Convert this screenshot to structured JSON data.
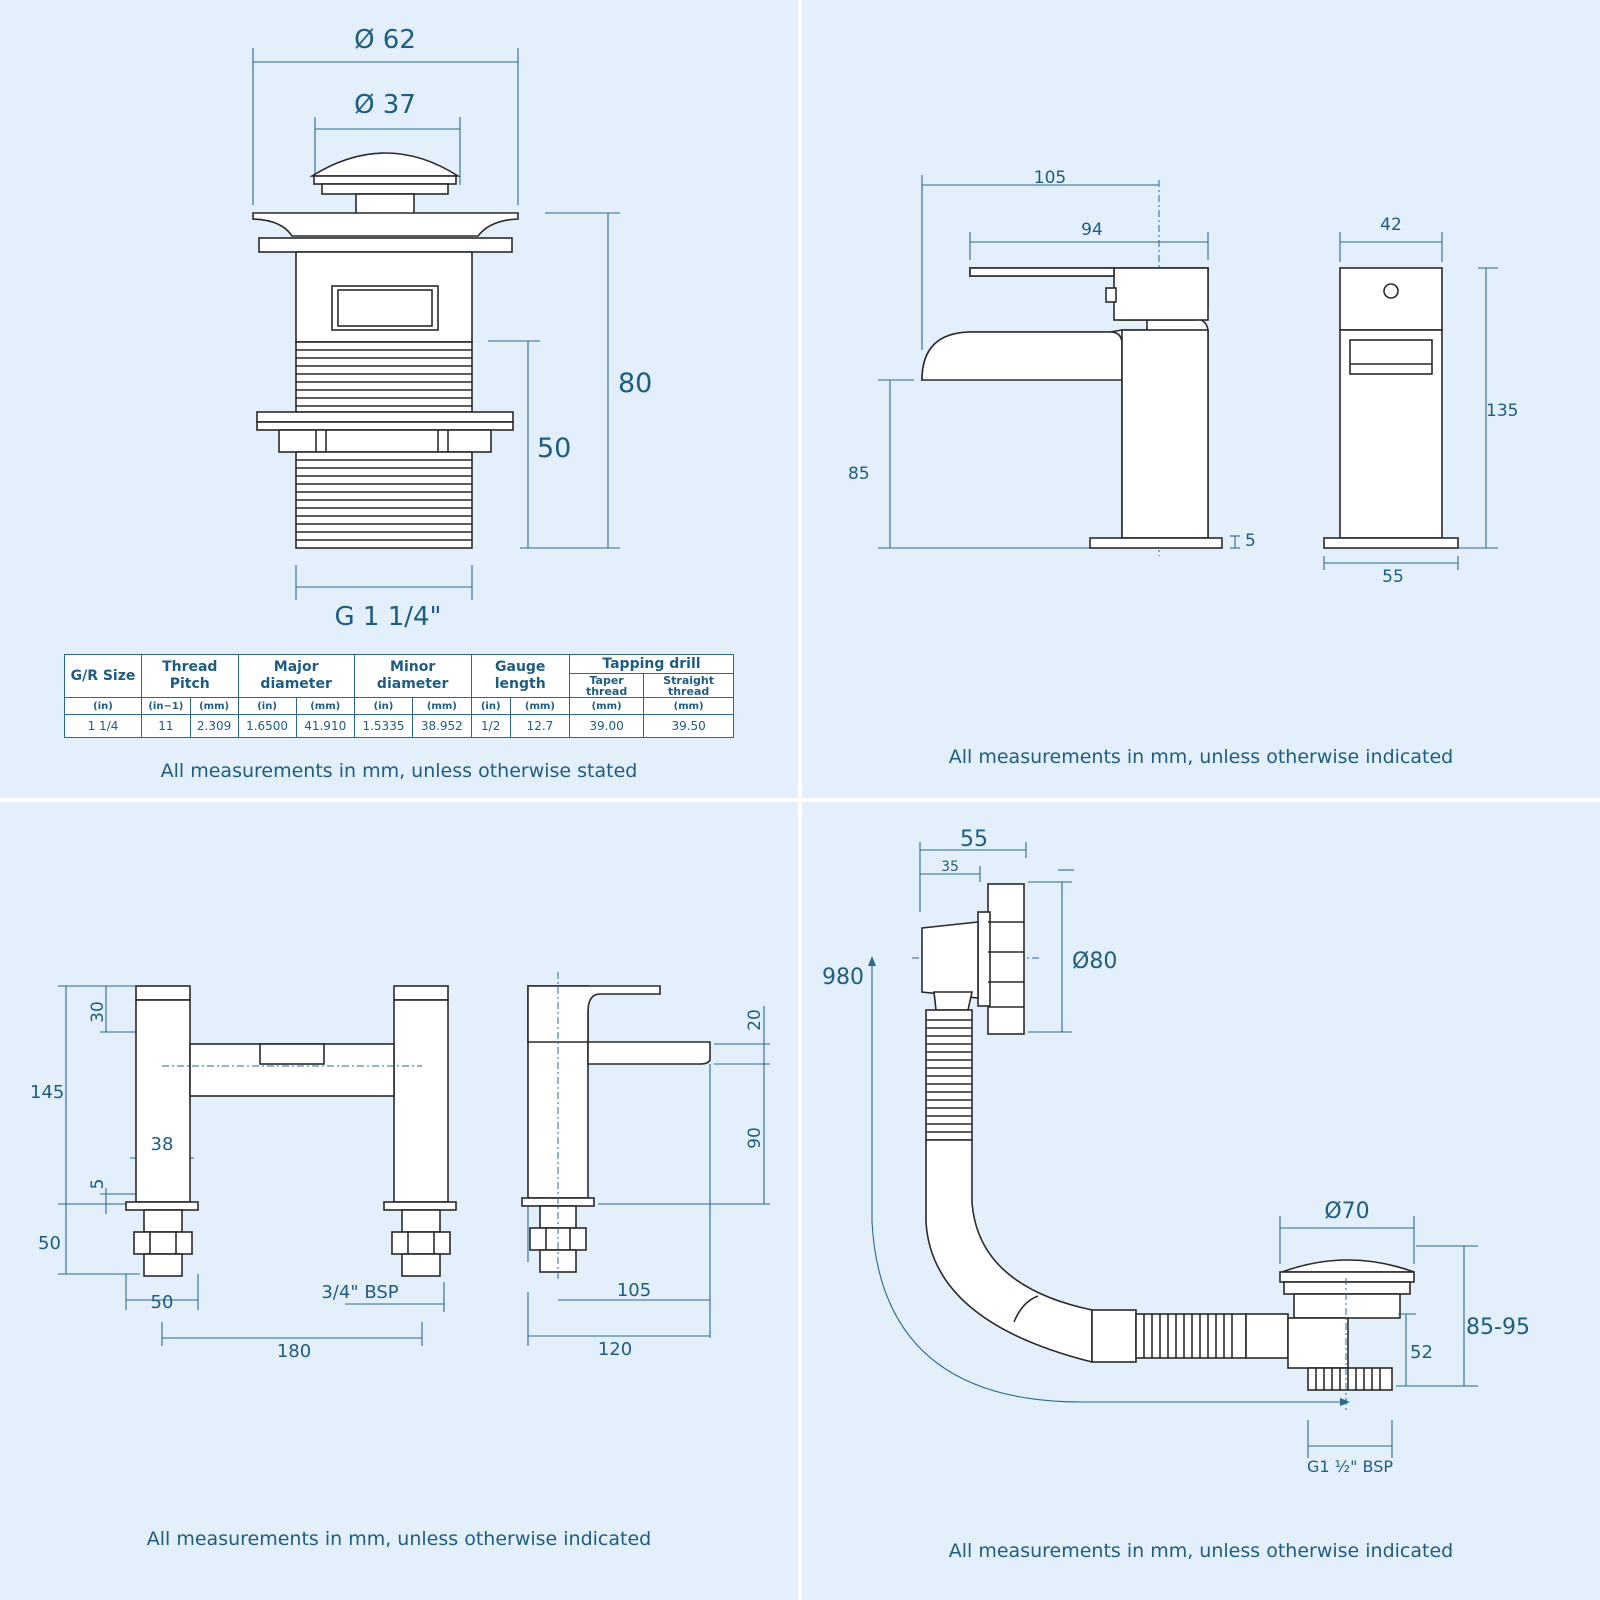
{
  "panels": {
    "waste": {
      "dims": {
        "outer_dia": "Ø 62",
        "inner_dia": "Ø 37",
        "height": "80",
        "thread_len": "50",
        "thread": "G 1 1/4\""
      },
      "table": {
        "headers": {
          "gr_size": "G/R Size",
          "thread_pitch": "Thread Pitch",
          "major": "Major diameter",
          "minor": "Minor diameter",
          "gauge": "Gauge length",
          "tapping": "Tapping drill",
          "taper": "Taper thread",
          "straight": "Straight thread"
        },
        "units": [
          "(in)",
          "(in−1)",
          "(mm)",
          "(in)",
          "(mm)",
          "(in)",
          "(mm)",
          "(in)",
          "(mm)",
          "(mm)",
          "(mm)"
        ],
        "values": [
          "1 1/4",
          "11",
          "2.309",
          "1.6500",
          "41.910",
          "1.5335",
          "38.952",
          "1/2",
          "12.7",
          "39.00",
          "39.50"
        ]
      },
      "caption": "All measurements in mm, unless otherwise stated"
    },
    "basin": {
      "dims": {
        "reach": "105",
        "spout": "94",
        "body_width": "42",
        "spout_height": "85",
        "height": "135",
        "base": "5",
        "base_width": "55"
      },
      "caption": "All measurements in mm, unless otherwise indicated"
    },
    "bath": {
      "dims": {
        "top": "30",
        "total": "145",
        "body": "38",
        "base": "5",
        "tail": "50",
        "tail_width": "50",
        "centres": "180",
        "bsp": "3/4\" BSP",
        "spout_thk": "20",
        "spout_h": "90",
        "reach": "105",
        "depth": "120"
      },
      "caption": "All measurements in mm, unless otherwise indicated"
    },
    "filler": {
      "dims": {
        "depth": "55",
        "inner": "35",
        "length": "980",
        "overflow_dia": "Ø80",
        "waste_dia": "Ø70",
        "height": "85-95",
        "tail": "52",
        "bsp": "G1 ½\" BSP"
      },
      "caption": "All measurements in mm, unless otherwise indicated"
    }
  }
}
